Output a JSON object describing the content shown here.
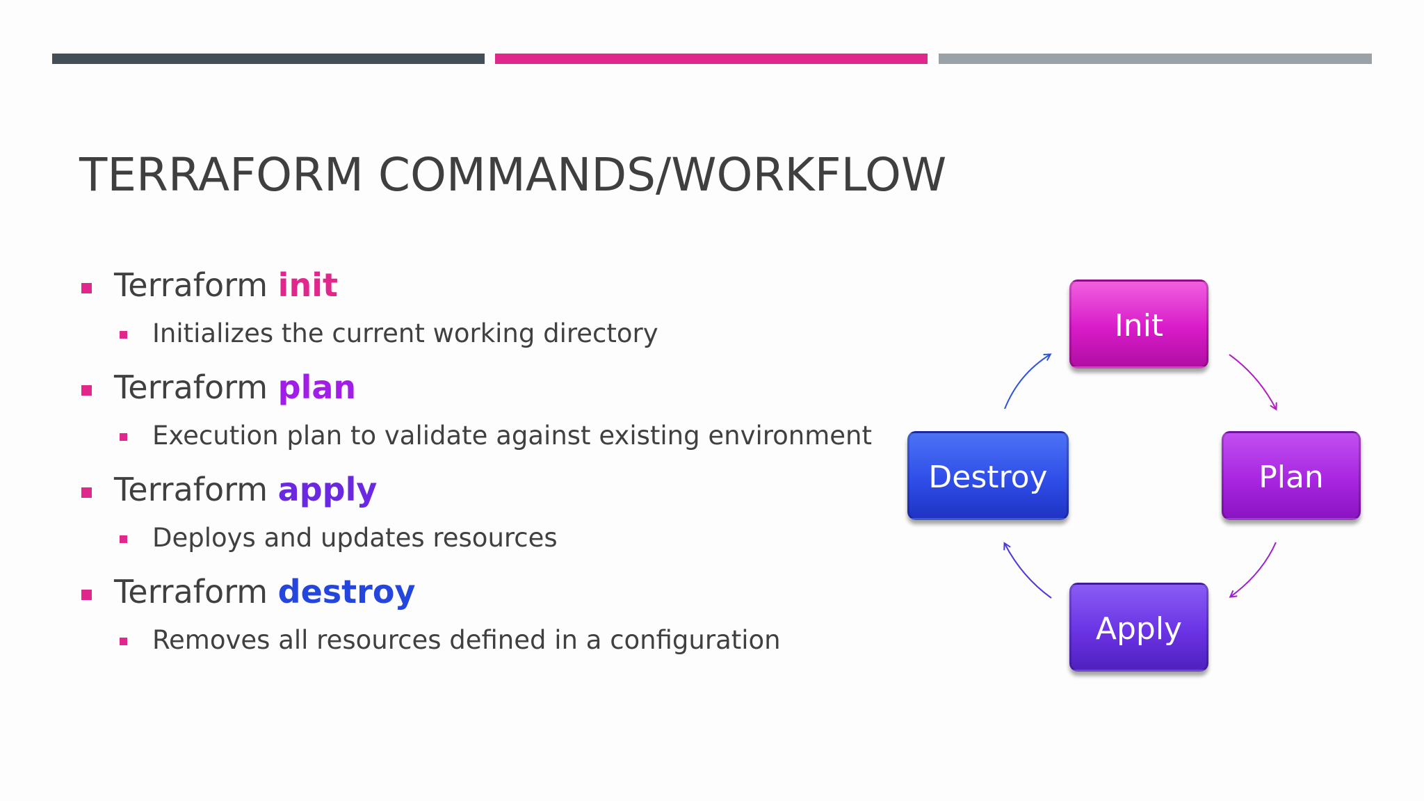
{
  "slide": {
    "title": "TERRAFORM COMMANDS/WORKFLOW",
    "accent_colors": [
      "#434e56",
      "#e0278c",
      "#9aa2a8"
    ],
    "bullets": [
      {
        "prefix": "Terraform ",
        "keyword": "init",
        "keyword_color": "#e0278c",
        "detail": "Initializes the current working directory"
      },
      {
        "prefix": "Terraform ",
        "keyword": "plan",
        "keyword_color": "#a01ee6",
        "detail": "Execution plan to validate against existing environment"
      },
      {
        "prefix": "Terraform ",
        "keyword": "apply",
        "keyword_color": "#6a28e0",
        "detail": "Deploys and updates resources"
      },
      {
        "prefix": "Terraform ",
        "keyword": "destroy",
        "keyword_color": "#2446dc",
        "detail": "Removes all resources defined in a configuration"
      }
    ]
  },
  "diagram": {
    "nodes": {
      "init": "Init",
      "plan": "Plan",
      "apply": "Apply",
      "destroy": "Destroy"
    },
    "arrow_colors": {
      "init_to_plan": "#b01fc0",
      "plan_to_apply": "#9a1fd0",
      "apply_to_destroy": "#4a3ad8",
      "destroy_to_init": "#2f54d8"
    }
  }
}
